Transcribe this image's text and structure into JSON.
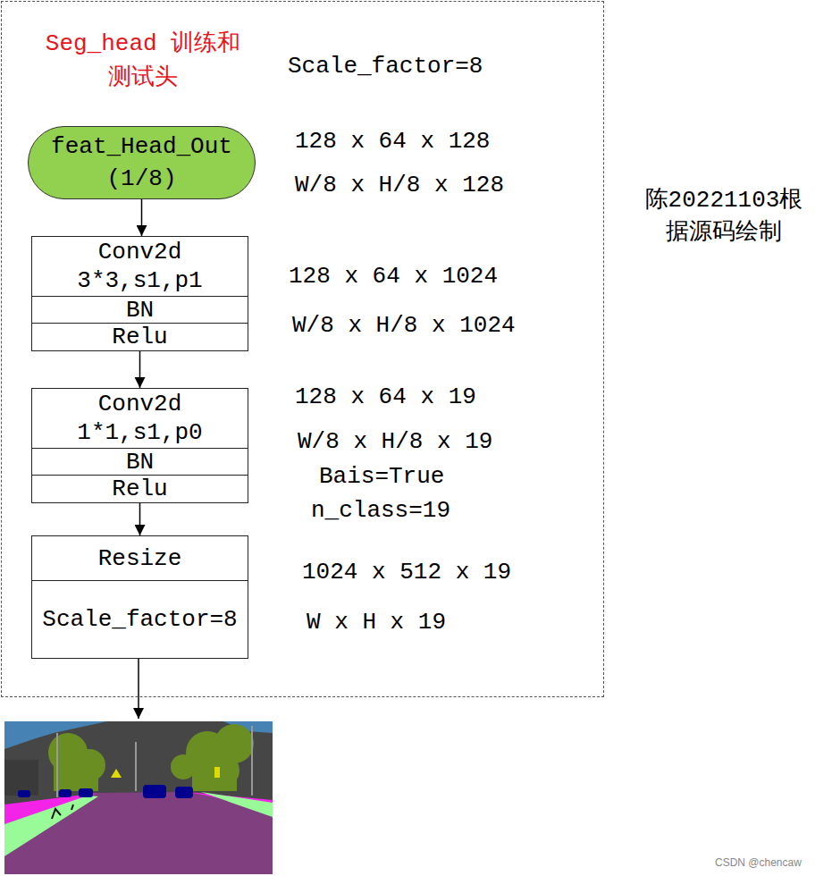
{
  "diagram": {
    "nodes": [
      {
        "text": [
          "Seg_head 训练和测试头"
        ]
      },
      {
        "text": [
          "feat_Head_Out (1/8)"
        ],
        "in": 0
      },
      {
        "text": [
          "Conv2d 3*3,s1,p1",
          "BN",
          "Relu"
        ],
        "in": 0
      },
      {
        "text": [
          "Conv2d 1*1,s1,p0",
          "BN",
          "Relu"
        ],
        "in": 0
      },
      {
        "text": [
          "Resize",
          "Scale_factor=8"
        ],
        "in": 0
      }
    ],
    "edges": [
      {
        "from": 1,
        "to": 2,
        "arrow": "to"
      },
      {
        "from": 2,
        "to": 3,
        "arrow": "to"
      },
      {
        "from": 3,
        "to": 4,
        "arrow": "to"
      }
    ],
    "labels": [
      "Scale_factor=8",
      "128 x 64 x 128",
      "W/8 x H/8 x 128",
      "128 x 64 x 1024",
      "W/8 x H/8 x 1024",
      "128 x 64 x 19",
      "W/8 x H/8 x 19",
      "Bais=True",
      "n_class=19",
      "1024 x 512 x 19",
      "W x H x 19",
      "陈20221103根据源码绘制",
      "CSDN @chencaw"
    ]
  }
}
